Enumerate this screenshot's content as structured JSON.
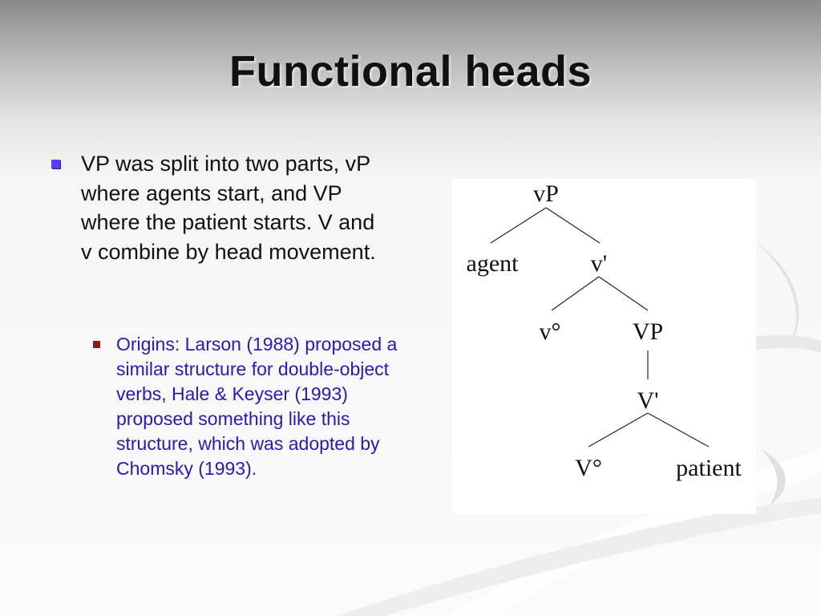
{
  "slide": {
    "title": "Functional heads",
    "bullet": "VP was split into two parts, vP where agents start, and VP where the patient starts. V and v combine by head movement.",
    "sub_bullet": "Origins: Larson (1988) proposed a similar structure for double-object verbs, Hale & Keyser (1993) proposed something like this structure, which was adopted by Chomsky (1993)."
  },
  "tree": {
    "root": "vP",
    "agent": "agent",
    "v_bar": "v'",
    "v_head": "v°",
    "VP": "VP",
    "V_bar": "V'",
    "V_head": "V°",
    "patient": "patient",
    "patient_color": "#1a3ab0"
  },
  "colors": {
    "bullet_marker": "#5a3df0",
    "sub_bullet_marker": "#8b1a1a",
    "sub_bullet_text": "#2a1ab0"
  }
}
